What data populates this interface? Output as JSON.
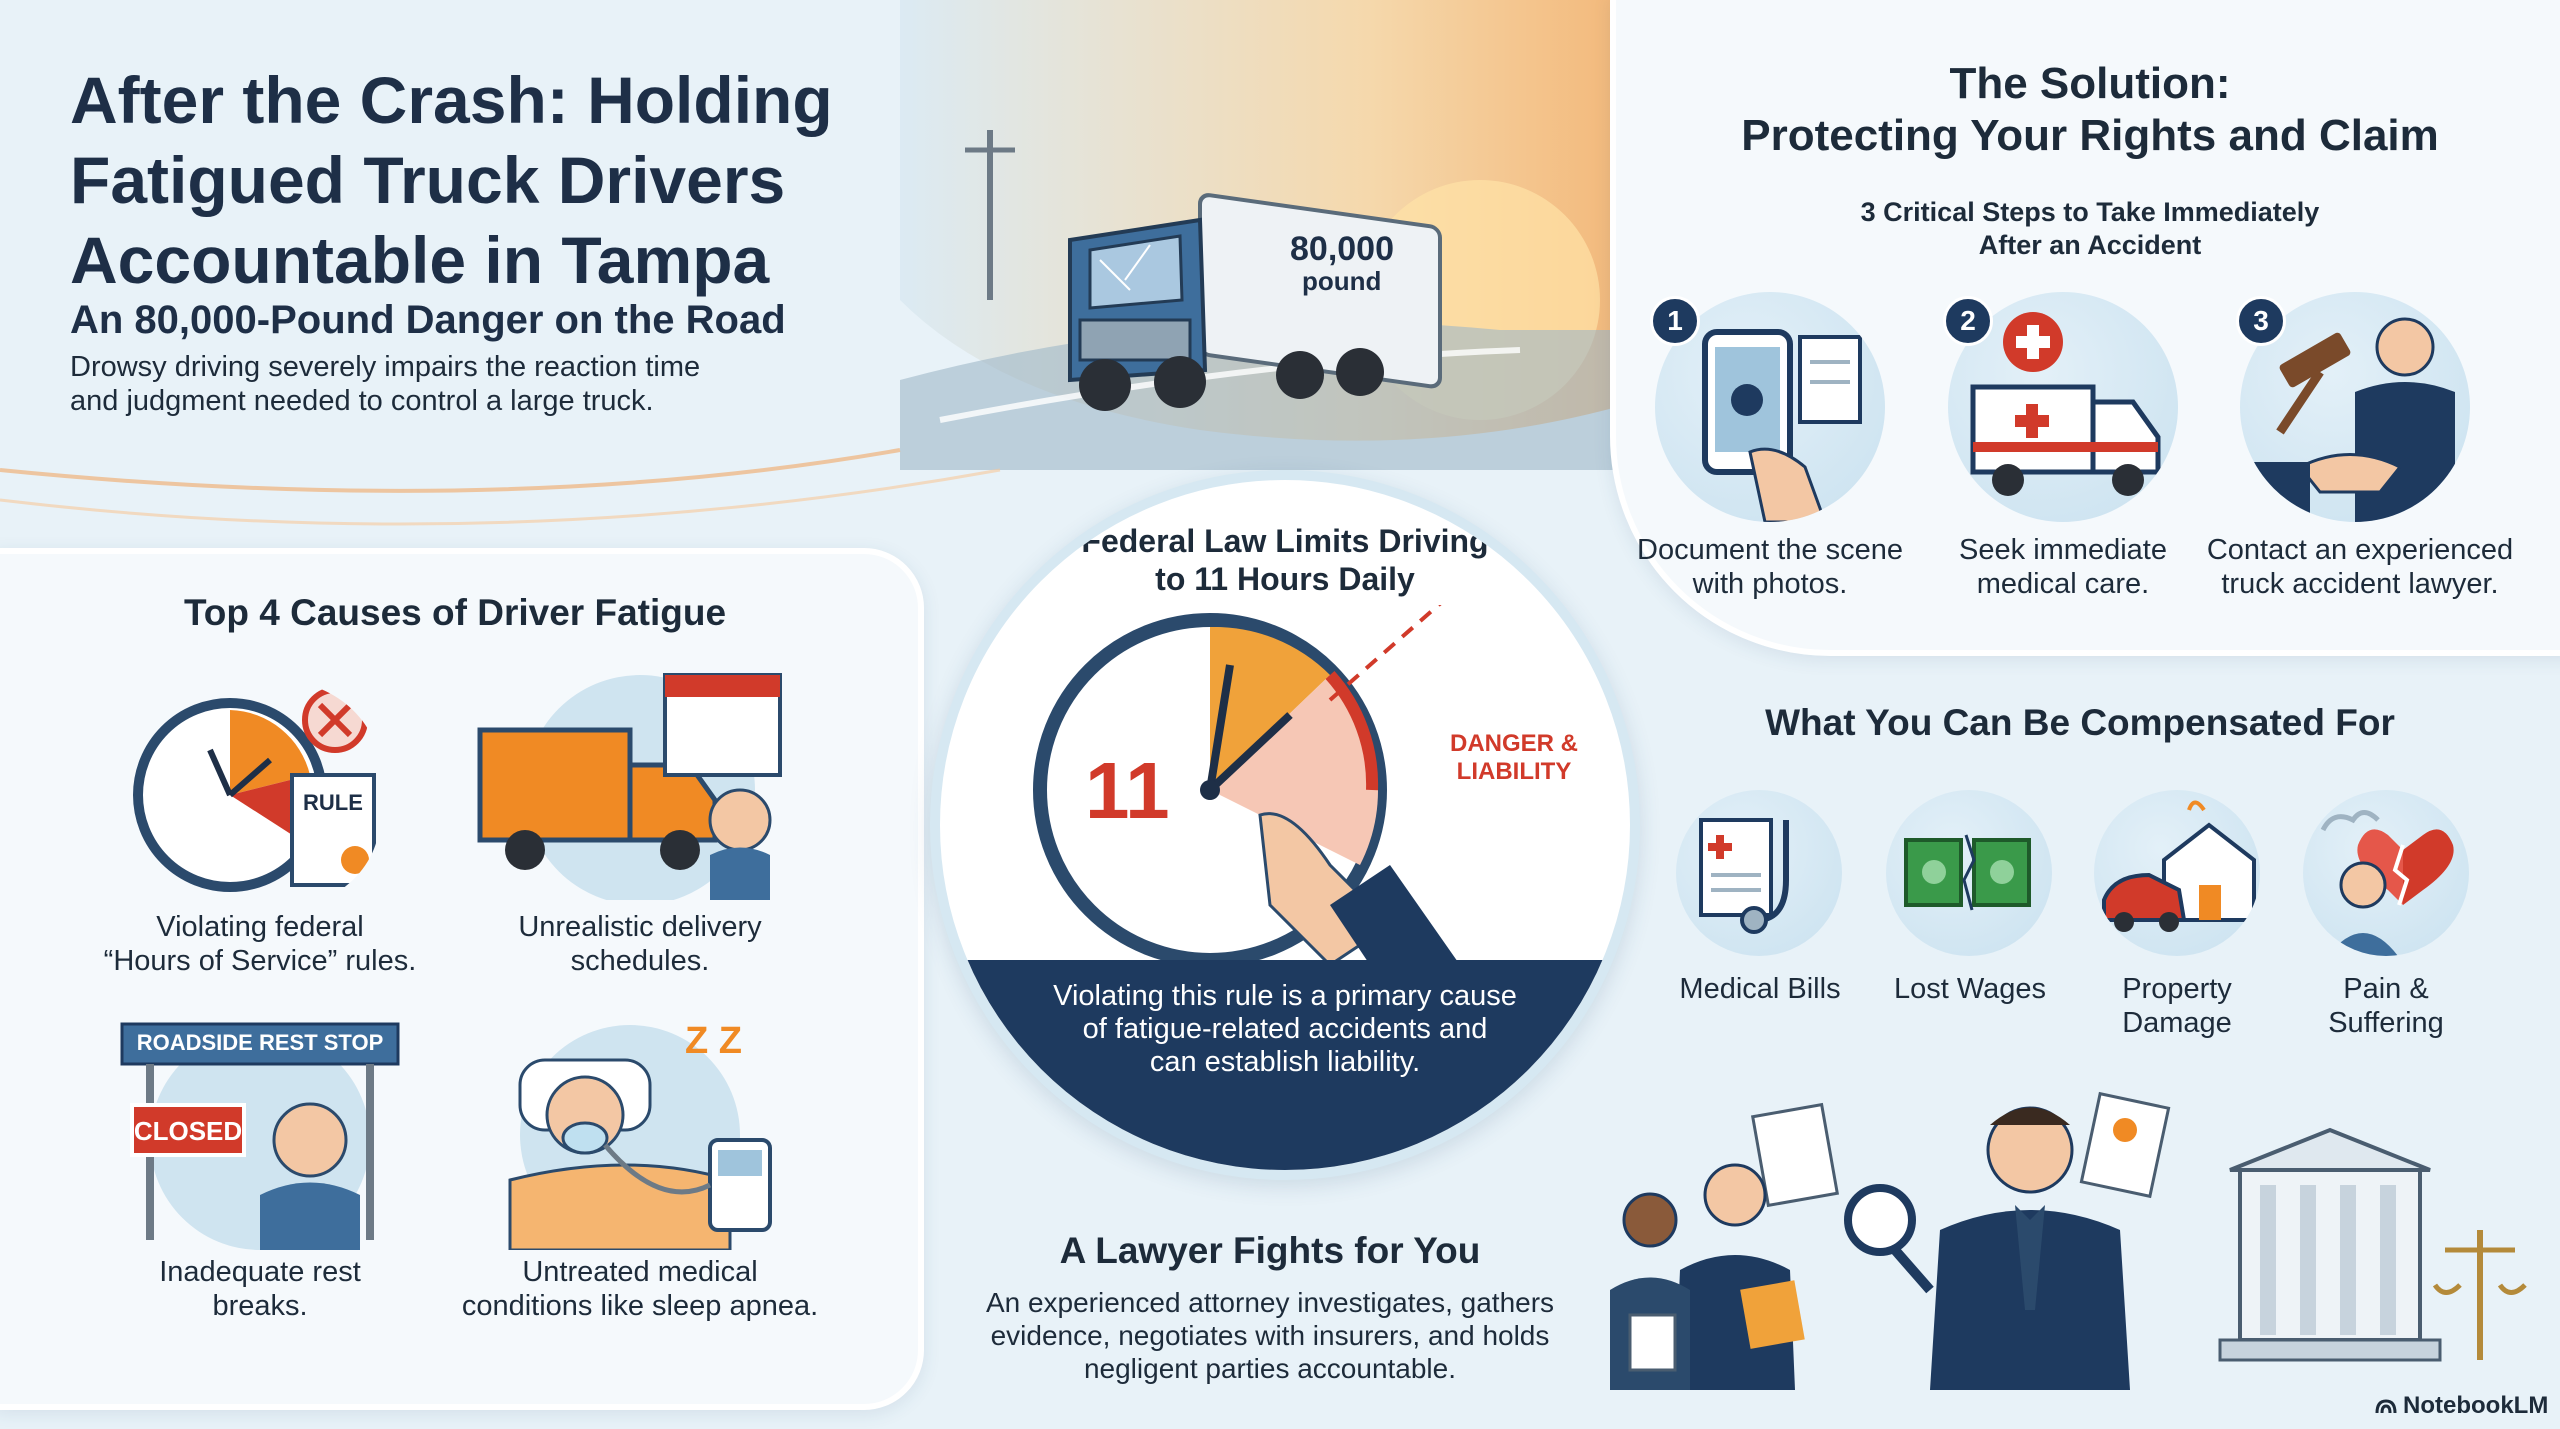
{
  "header": {
    "title_line1": "After the Crash: Holding",
    "title_line2": "Fatigued Truck Drivers",
    "title_line3": "Accountable in Tampa",
    "subtitle": "An 80,000-Pound Danger on the Road",
    "desc_line1": "Drowsy driving severely impairs the reaction time",
    "desc_line2": "and judgment needed to control a large truck.",
    "truck_label_line1": "80,000",
    "truck_label_line2": "pound"
  },
  "causes": {
    "title": "Top 4 Causes of Driver Fatigue",
    "items": [
      {
        "line1": "Violating federal",
        "line2": "“Hours of Service” rules.",
        "tag": "RULE"
      },
      {
        "line1": "Unrealistic delivery",
        "line2": "schedules."
      },
      {
        "line1": "Inadequate rest",
        "line2": "breaks.",
        "sign": "ROADSIDE REST STOP",
        "closed": "CLOSED"
      },
      {
        "line1": "Untreated medical",
        "line2": "conditions like sleep apnea.",
        "zz": "Z Z"
      }
    ]
  },
  "federal": {
    "title_line1": "Federal Law Limits Driving",
    "title_line2": "to 11 Hours Daily",
    "clock_number": "11",
    "danger_line1": "DANGER &",
    "danger_line2": "LIABILITY",
    "note_line1": "Violating this rule is a primary cause",
    "note_line2": "of fatigue-related accidents and",
    "note_line3": "can establish liability."
  },
  "solution": {
    "title_line1": "The Solution:",
    "title_line2": "Protecting Your Rights and Claim",
    "subtitle_line1": "3 Critical Steps to Take Immediately",
    "subtitle_line2": "After an Accident",
    "steps": [
      {
        "num": "1",
        "line1": "Document the scene",
        "line2": "with photos."
      },
      {
        "num": "2",
        "line1": "Seek immediate",
        "line2": "medical care."
      },
      {
        "num": "3",
        "line1": "Contact an experienced",
        "line2": "truck accident lawyer."
      }
    ]
  },
  "compensation": {
    "title": "What You Can Be Compensated For",
    "items": [
      {
        "line1": "Medical Bills",
        "line2": ""
      },
      {
        "line1": "Lost Wages",
        "line2": ""
      },
      {
        "line1": "Property",
        "line2": "Damage"
      },
      {
        "line1": "Pain &",
        "line2": "Suffering"
      }
    ]
  },
  "lawyer": {
    "title": "A Lawyer Fights for You",
    "line1": "An experienced attorney investigates, gathers",
    "line2": "evidence, negotiates with insurers, and holds",
    "line3": "negligent parties accountable."
  },
  "footer": {
    "brand": "NotebookLM"
  },
  "colors": {
    "navy": "#1e3a5f",
    "orange": "#f08a24",
    "red": "#d13a2a",
    "light_blue": "#c9e1ef"
  }
}
